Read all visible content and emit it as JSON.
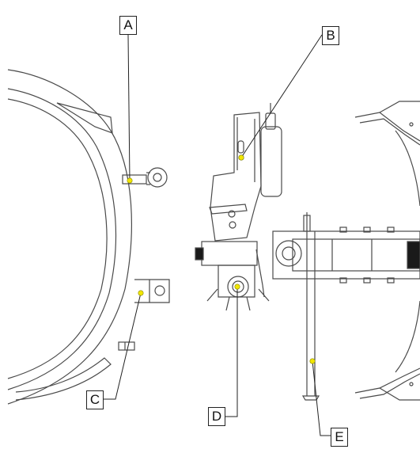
{
  "diagram": {
    "callouts": [
      {
        "id": "a",
        "label": "A"
      },
      {
        "id": "b",
        "label": "B"
      },
      {
        "id": "c",
        "label": "C"
      },
      {
        "id": "d",
        "label": "D"
      },
      {
        "id": "e",
        "label": "E"
      }
    ],
    "colors": {
      "line": "#4a4a4a",
      "leader": "#222222",
      "marker": "#f2e600",
      "marker_outline": "#8a8a00",
      "dark_part": "#1a1a1a",
      "fill": "#ffffff"
    }
  }
}
